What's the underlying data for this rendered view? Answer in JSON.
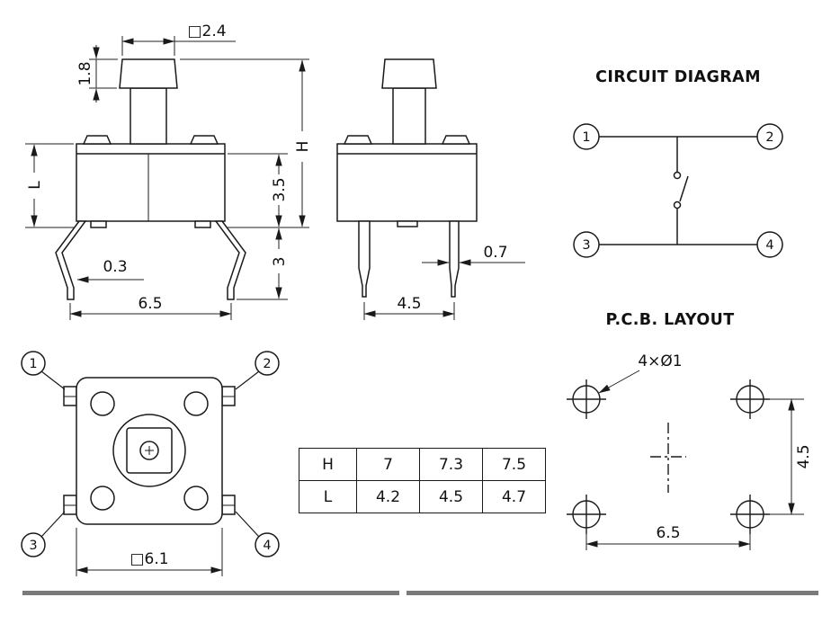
{
  "front_view": {
    "dim_cap_width": "□2.4",
    "dim_cap_height": "1.8",
    "dim_body_height": "L",
    "dim_total_height": "H",
    "dim_upper_body": "3.5",
    "dim_leg_length": "3",
    "dim_leg_width": "0.3",
    "dim_leg_span": "6.5"
  },
  "side_view": {
    "dim_leg_width": "0.7",
    "dim_leg_pitch": "4.5"
  },
  "circuit_diagram": {
    "title": "CIRCUIT DIAGRAM",
    "pin1": "1",
    "pin2": "2",
    "pin3": "3",
    "pin4": "4"
  },
  "pcb_layout": {
    "title": "P.C.B. LAYOUT",
    "hole_callout": "4×Ø1",
    "dim_vertical": "4.5",
    "dim_horizontal": "6.5"
  },
  "bottom_view": {
    "pin1": "1",
    "pin2": "2",
    "pin3": "3",
    "pin4": "4",
    "dim_body": "□6.1"
  },
  "size_table": {
    "rows": [
      {
        "label": "H",
        "values": [
          "7",
          "7.3",
          "7.5"
        ]
      },
      {
        "label": "L",
        "values": [
          "4.2",
          "4.5",
          "4.7"
        ]
      }
    ]
  }
}
